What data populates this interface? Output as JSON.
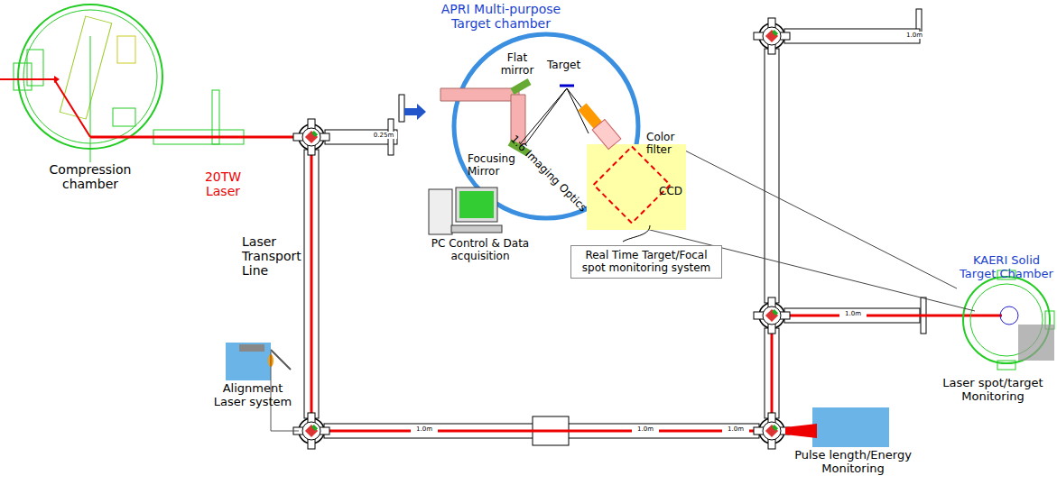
{
  "diagram": {
    "nodes": [
      {
        "text": [
          "Real Time Target/Focal spot monitoring system"
        ]
      }
    ],
    "labels": [
      "Compression chamber",
      "20TW Laser",
      "APRI Multi-purpose Target chamber",
      "0.25m",
      "Laser Transport Line",
      "Flat mirror",
      "Target",
      "Focusing Mirror",
      "1:6 Imaging Optics",
      "Color filter",
      "CCD",
      "PC Control & Data acquisition",
      "Alignment Laser system",
      "Pulse length/Energy Monitoring",
      "KAERI Solid Target Chamber",
      "Laser spot/target Monitoring",
      "1.0m",
      "1.0m",
      "1.0m",
      "1.0m",
      "1.0m"
    ]
  }
}
